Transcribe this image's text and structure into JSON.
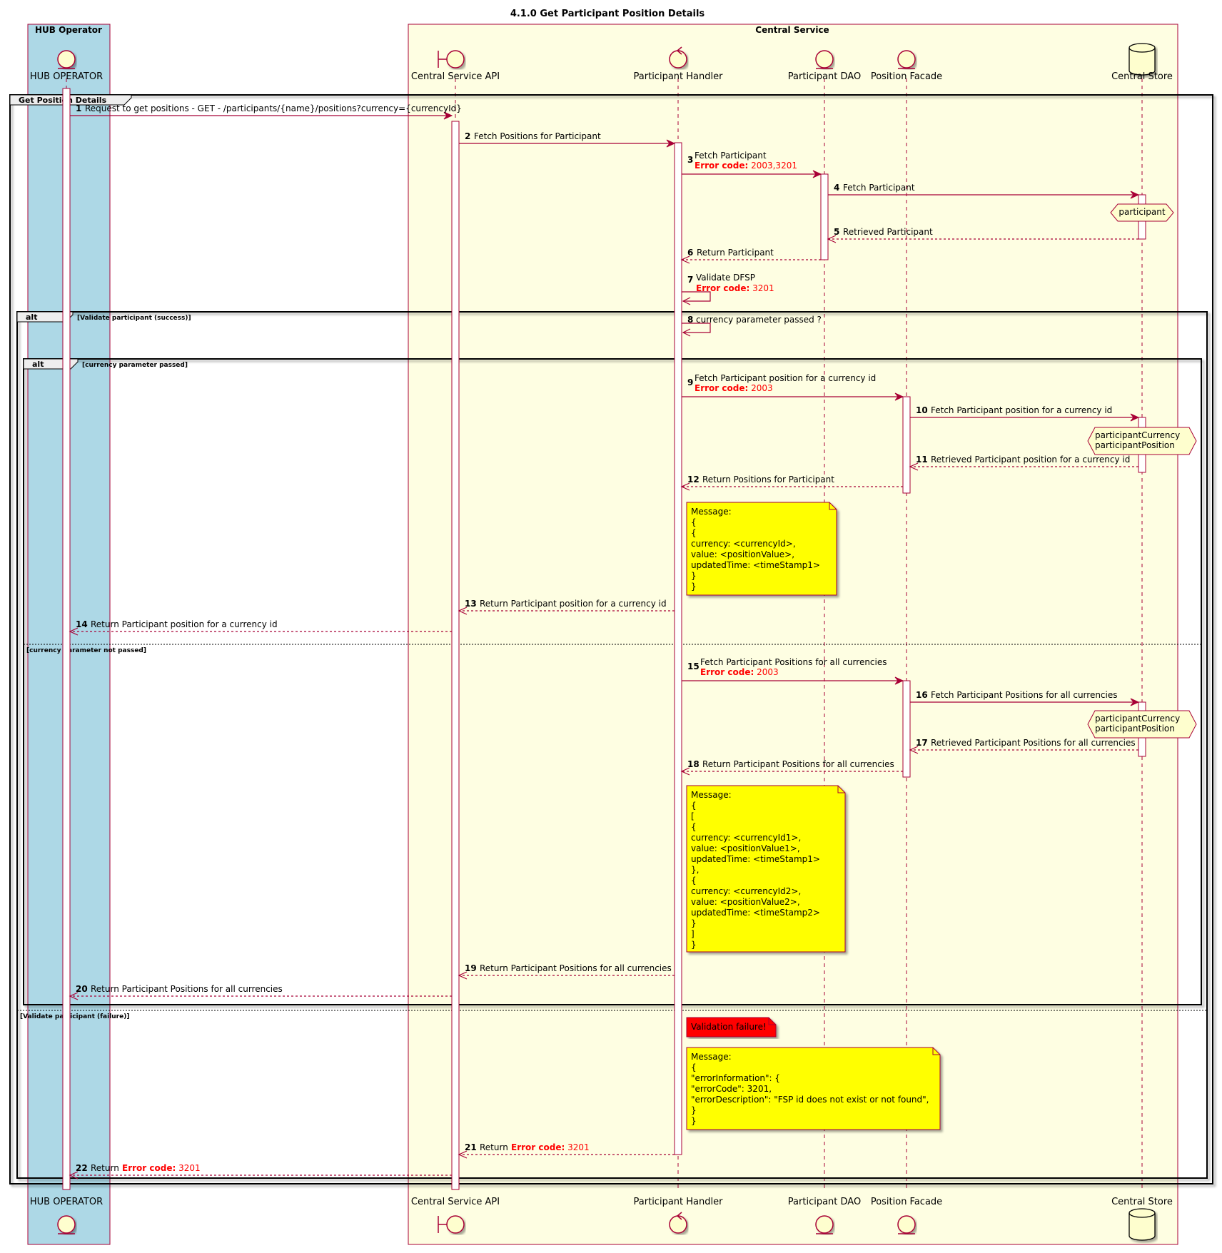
{
  "title": "4.1.0 Get Participant Position Details",
  "boxes": [
    {
      "label": "HUB Operator",
      "color": "#add8e6"
    },
    {
      "label": "Central Service",
      "color": "#fefee2"
    }
  ],
  "participants": [
    {
      "id": "hub",
      "label": "HUB OPERATOR",
      "icon": "entity-icon"
    },
    {
      "id": "api",
      "label": "Central Service API",
      "icon": "boundary-icon"
    },
    {
      "id": "handler",
      "label": "Participant Handler",
      "icon": "control-icon"
    },
    {
      "id": "dao",
      "label": "Participant DAO",
      "icon": "entity-icon"
    },
    {
      "id": "facade",
      "label": "Position Facade",
      "icon": "entity-icon"
    },
    {
      "id": "store",
      "label": "Central Store",
      "icon": "database-icon"
    }
  ],
  "frames": [
    {
      "id": "outer",
      "label": "Get Position Details",
      "condition": ""
    },
    {
      "id": "alt1",
      "label": "alt",
      "condition": "[Validate participant (success)]",
      "else_condition": "[Validate participant (failure)]"
    },
    {
      "id": "alt2",
      "label": "alt",
      "condition": "[currency parameter passed]",
      "else_condition": "[currency parameter not passed]"
    }
  ],
  "error_code_label": "Error code:",
  "messages": [
    {
      "num": "1",
      "from": "hub",
      "to": "api",
      "text": "Request to get positions - GET - /participants/{name}/positions?currency={currencyId}",
      "type": "sync"
    },
    {
      "num": "2",
      "from": "api",
      "to": "handler",
      "text": "Fetch Positions for Participant",
      "type": "sync"
    },
    {
      "num": "3",
      "from": "handler",
      "to": "dao",
      "text": "Fetch Participant",
      "error": "2003,3201",
      "type": "sync"
    },
    {
      "num": "4",
      "from": "dao",
      "to": "store",
      "text": "Fetch Participant",
      "type": "sync"
    },
    {
      "num": "5",
      "from": "store",
      "to": "dao",
      "text": "Retrieved Participant",
      "type": "return"
    },
    {
      "num": "6",
      "from": "dao",
      "to": "handler",
      "text": "Return Participant",
      "type": "return"
    },
    {
      "num": "7",
      "from": "handler",
      "to": "handler",
      "text": "Validate DFSP",
      "error": "3201",
      "type": "self"
    },
    {
      "num": "8",
      "from": "handler",
      "to": "handler",
      "text": "currency parameter passed ?",
      "type": "self"
    },
    {
      "num": "9",
      "from": "handler",
      "to": "facade",
      "text": "Fetch Participant position for a currency id",
      "error": "2003",
      "type": "sync"
    },
    {
      "num": "10",
      "from": "facade",
      "to": "store",
      "text": "Fetch Participant position for a currency id",
      "type": "sync"
    },
    {
      "num": "11",
      "from": "store",
      "to": "facade",
      "text": "Retrieved Participant position for a currency id",
      "type": "return"
    },
    {
      "num": "12",
      "from": "facade",
      "to": "handler",
      "text": "Return Positions for Participant",
      "type": "return"
    },
    {
      "num": "13",
      "from": "handler",
      "to": "api",
      "text": "Return Participant position for a currency id",
      "type": "return"
    },
    {
      "num": "14",
      "from": "api",
      "to": "hub",
      "text": "Return Participant position for a currency id",
      "type": "return"
    },
    {
      "num": "15",
      "from": "handler",
      "to": "facade",
      "text": "Fetch Participant Positions for all currencies",
      "error": "2003",
      "type": "sync"
    },
    {
      "num": "16",
      "from": "facade",
      "to": "store",
      "text": "Fetch Participant Positions for all currencies",
      "type": "sync"
    },
    {
      "num": "17",
      "from": "store",
      "to": "facade",
      "text": "Retrieved Participant Positions for all currencies",
      "type": "return"
    },
    {
      "num": "18",
      "from": "facade",
      "to": "handler",
      "text": "Return Participant Positions for all currencies",
      "type": "return"
    },
    {
      "num": "19",
      "from": "handler",
      "to": "api",
      "text": "Return Participant Positions for all currencies",
      "type": "return"
    },
    {
      "num": "20",
      "from": "api",
      "to": "hub",
      "text": "Return Participant Positions for all currencies",
      "type": "return"
    },
    {
      "num": "21",
      "from": "handler",
      "to": "api",
      "text": "Return",
      "error": "3201",
      "type": "return"
    },
    {
      "num": "22",
      "from": "api",
      "to": "hub",
      "text": "Return",
      "error": "3201",
      "type": "return"
    }
  ],
  "hexagons": [
    {
      "lines": [
        "participant"
      ]
    },
    {
      "lines": [
        "participantCurrency",
        "participantPosition"
      ]
    },
    {
      "lines": [
        "participantCurrency",
        "participantPosition"
      ]
    }
  ],
  "notes": [
    {
      "color": "#ffff00",
      "lines": [
        "Message:",
        "{",
        "    {",
        "        currency: <currencyId>,",
        "        value: <positionValue>,",
        "        updatedTime: <timeStamp1>",
        "    }",
        "}"
      ]
    },
    {
      "color": "#ffff00",
      "lines": [
        "Message:",
        "{",
        "    [",
        "        {",
        "            currency: <currencyId1>,",
        "            value: <positionValue1>,",
        "            updatedTime: <timeStamp1>",
        "        },",
        "        {",
        "            currency: <currencyId2>,",
        "            value: <positionValue2>,",
        "            updatedTime: <timeStamp2>",
        "        }",
        "    ]",
        "}"
      ]
    },
    {
      "color": "#ff0000",
      "lines": [
        "Validation failure!"
      ]
    },
    {
      "color": "#ffff00",
      "lines": [
        "Message:",
        "{",
        "    \"errorInformation\": {",
        "    \"errorCode\": 3201,",
        "    \"errorDescription\": \"FSP id does not exist or not found\",",
        "    }",
        "}"
      ]
    }
  ],
  "colors": {
    "line": "#a80036",
    "error": "#ff0000",
    "participant_fill": "#fefece",
    "hub_box": "#add8e6",
    "service_box": "#fefee2"
  }
}
